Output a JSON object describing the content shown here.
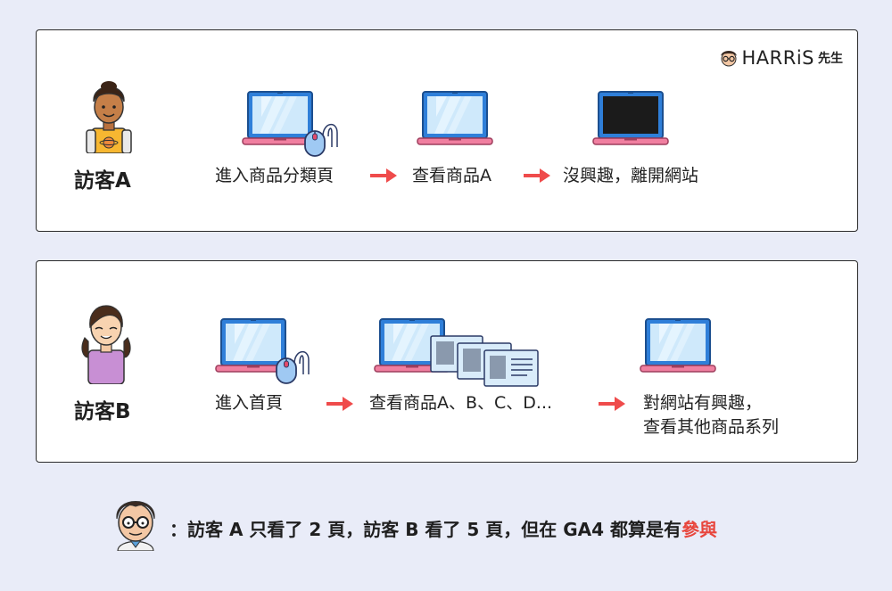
{
  "logo": {
    "text": "HARRiS",
    "suffix": "先生"
  },
  "visitor_a": {
    "label": "訪客A",
    "steps": [
      "進入商品分類頁",
      "查看商品A",
      "沒興趣，離開網站"
    ]
  },
  "visitor_b": {
    "label": "訪客B",
    "steps": [
      "進入首頁",
      "查看商品A、B、C、D...",
      "對網站有興趣，",
      "查看其他商品系列"
    ]
  },
  "summary": {
    "prefix": "：訪客 A 只看了 2 頁，訪客 B 看了 5 頁，但在 GA4 都算是有",
    "highlight": "參與"
  },
  "colors": {
    "background": "#e9ecf8",
    "laptop_frame": "#2f7fd9",
    "laptop_base": "#f07fa0",
    "screen": "#cfe9fb",
    "arrow": "#ef4b4b",
    "highlight": "#e8453c"
  },
  "icons": {
    "arrow": "right-arrow-icon",
    "laptop": "laptop-icon",
    "mouse": "mouse-icon",
    "avatar_a": "boy-avatar-icon",
    "avatar_b": "girl-avatar-icon",
    "author": "author-avatar-icon"
  }
}
